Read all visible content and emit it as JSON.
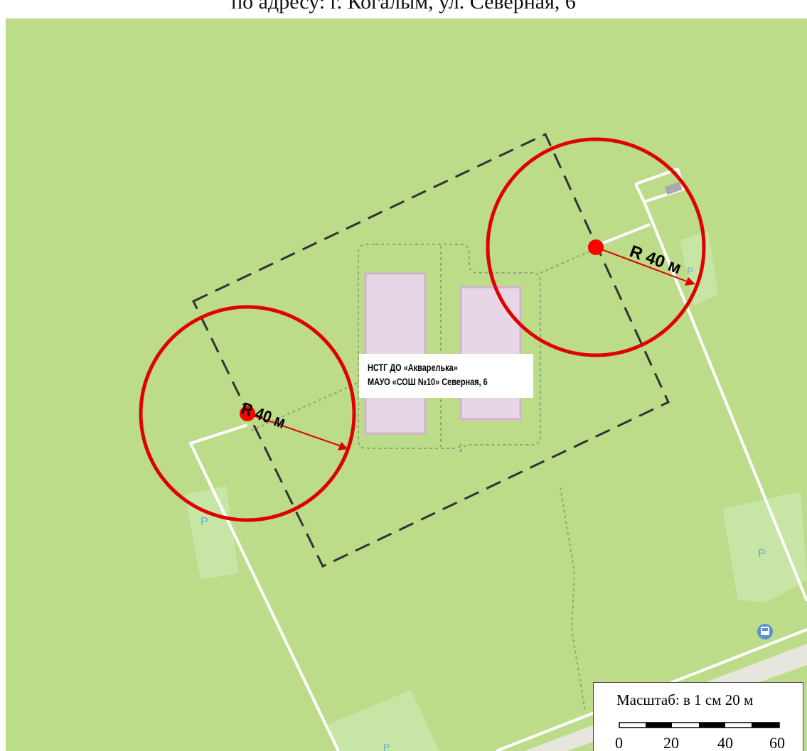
{
  "document": {
    "caption": "по адресу: г. Когалым, ул. Северная, 6"
  },
  "map": {
    "colors": {
      "background": "#bcdc8a",
      "road": "#ffffff",
      "building_fill": "#e8d5e6",
      "building_edge": "#d1b4cc",
      "buffer_circle": "#e00000",
      "point": "#ff0000",
      "arrow": "#e00000",
      "boundary": "#333333",
      "parking_fill": "#cce8b0",
      "parking_label": "#6aa9d6"
    },
    "object_label": {
      "line1": "НСТГ ДО «Акварелька»",
      "line2": "МАУО «СОШ №10» Северная, 6"
    },
    "radius_labels": {
      "left": "R 40 м",
      "right": "R 40 м"
    },
    "parking_label": "P",
    "bus_stop_icon": "bus-stop-icon"
  },
  "scale_bar": {
    "title": "Масштаб: в 1 см 20 м",
    "ticks": [
      "0",
      "20",
      "40",
      "60"
    ]
  }
}
